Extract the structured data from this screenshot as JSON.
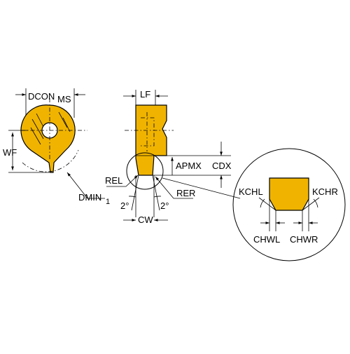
{
  "labels": {
    "dcon": "DCON",
    "ms": "MS",
    "lf": "LF",
    "wf": "WF",
    "dmin": "DMIN",
    "dmin_sub": "1",
    "apmx": "APMX",
    "cdx": "CDX",
    "rel": "REL",
    "rer": "RER",
    "angle_left": "2°",
    "angle_right": "2°",
    "cw": "CW",
    "kchl": "KCHL",
    "kchr": "KCHR",
    "chwl": "CHWL",
    "chwr": "CHWR"
  },
  "colors": {
    "insert": "#f0b400",
    "line": "#000000",
    "background": "#ffffff"
  }
}
